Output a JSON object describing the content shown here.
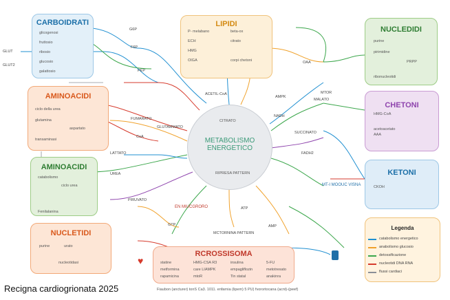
{
  "boxes": {
    "carbohydrates": {
      "title": "CARBOIDRATI",
      "items": [
        "glicogenosi",
        "fruttosio",
        "ribosio",
        "glucosio",
        "galattosio"
      ]
    },
    "lipids": {
      "title": "LIPIDI",
      "items": [
        "P- melabano",
        "ECH",
        "HMG",
        "OIGA",
        "beta-ox",
        "citrato",
        "corpi chetoni"
      ]
    },
    "nucleotides": {
      "title": "NUCLEDIDI",
      "items": [
        "purine",
        "pirimidine",
        "PRPP",
        "ribonucleotidi"
      ]
    },
    "aminoacids": {
      "title": "AMINOACIDI",
      "items": [
        "ciclo della urea",
        "glutamina",
        "aspartato",
        "transaminasi"
      ]
    },
    "ketones_top": {
      "title": "CHETONI",
      "items": [
        "HMG-CoA",
        "acetoacetato",
        "AAA"
      ]
    },
    "aminoacids2": {
      "title": "AMINOACIDI",
      "items": [
        "catabolismo",
        "ciclo urea",
        "Fenilalanina"
      ]
    },
    "ketones": {
      "title": "KETONI",
      "items": [
        "CKOH"
      ]
    },
    "nucleotides2": {
      "title": "NUCLETIDI",
      "items": [
        "purine",
        "urato",
        "nucleotidasi"
      ]
    },
    "microbiome": {
      "title": "RCROSSISOMA",
      "items": [
        "statine",
        "metformina",
        "rapamicina",
        "HMG-CSA R3",
        "care LIAMPK",
        "mtoR",
        "insulina",
        "empagliflozin",
        "Tin statal",
        "5-FU",
        "metotrexato",
        "anakinra"
      ]
    },
    "legend": {
      "title": "Legenda",
      "items": [
        "catabolismo energetico",
        "anabolismo glucosio",
        "detossificazione",
        "nucleotidi DNA RNA",
        "flussi cardiaci"
      ]
    }
  },
  "hub": {
    "title": "METABOLISMO ENERGETICO",
    "subtitle": "CITRATO",
    "bottom": "RIPRESA PATTERN"
  },
  "side_labels": [
    "GLUT",
    "GLUT2"
  ],
  "nodes": {
    "n1": "G6P",
    "n2": "F6P",
    "n3": "PEP",
    "n4": "OAA",
    "n5": "ACETIL-CoA",
    "n6": "CoA",
    "n7": "NADH",
    "n8": "SUCCINATO",
    "n9": "FUMARATO",
    "n10": "MALATO",
    "n11": "GLUTAMMATO",
    "n12": "ATP",
    "n13": "FADH2",
    "n14": "LATTATO",
    "n15": "PIRUVATO",
    "n16": "AMP",
    "n17": "GTP",
    "n18": "UREA",
    "n19": "MTOR",
    "n20": "AMPK"
  },
  "mid_labels": {
    "left": "EN MIUCGRORO",
    "center": "MCTORNINA PATTERN",
    "right": "MT-I MOOUC VISNA"
  },
  "footer": {
    "title": "Recigna cardiogrionata 2025",
    "note": "Fiaubon (ancturer) tonS Ca3. 1011. enfarnia (lipem) 5 PU) fvorortocana (acnt)-(peef)"
  },
  "colors": {
    "blue": "#1f8fd1",
    "green": "#3aa64a",
    "red": "#d63a2c",
    "orange": "#f0a12a",
    "purple": "#8e44ad",
    "grey": "#8a8f96"
  }
}
